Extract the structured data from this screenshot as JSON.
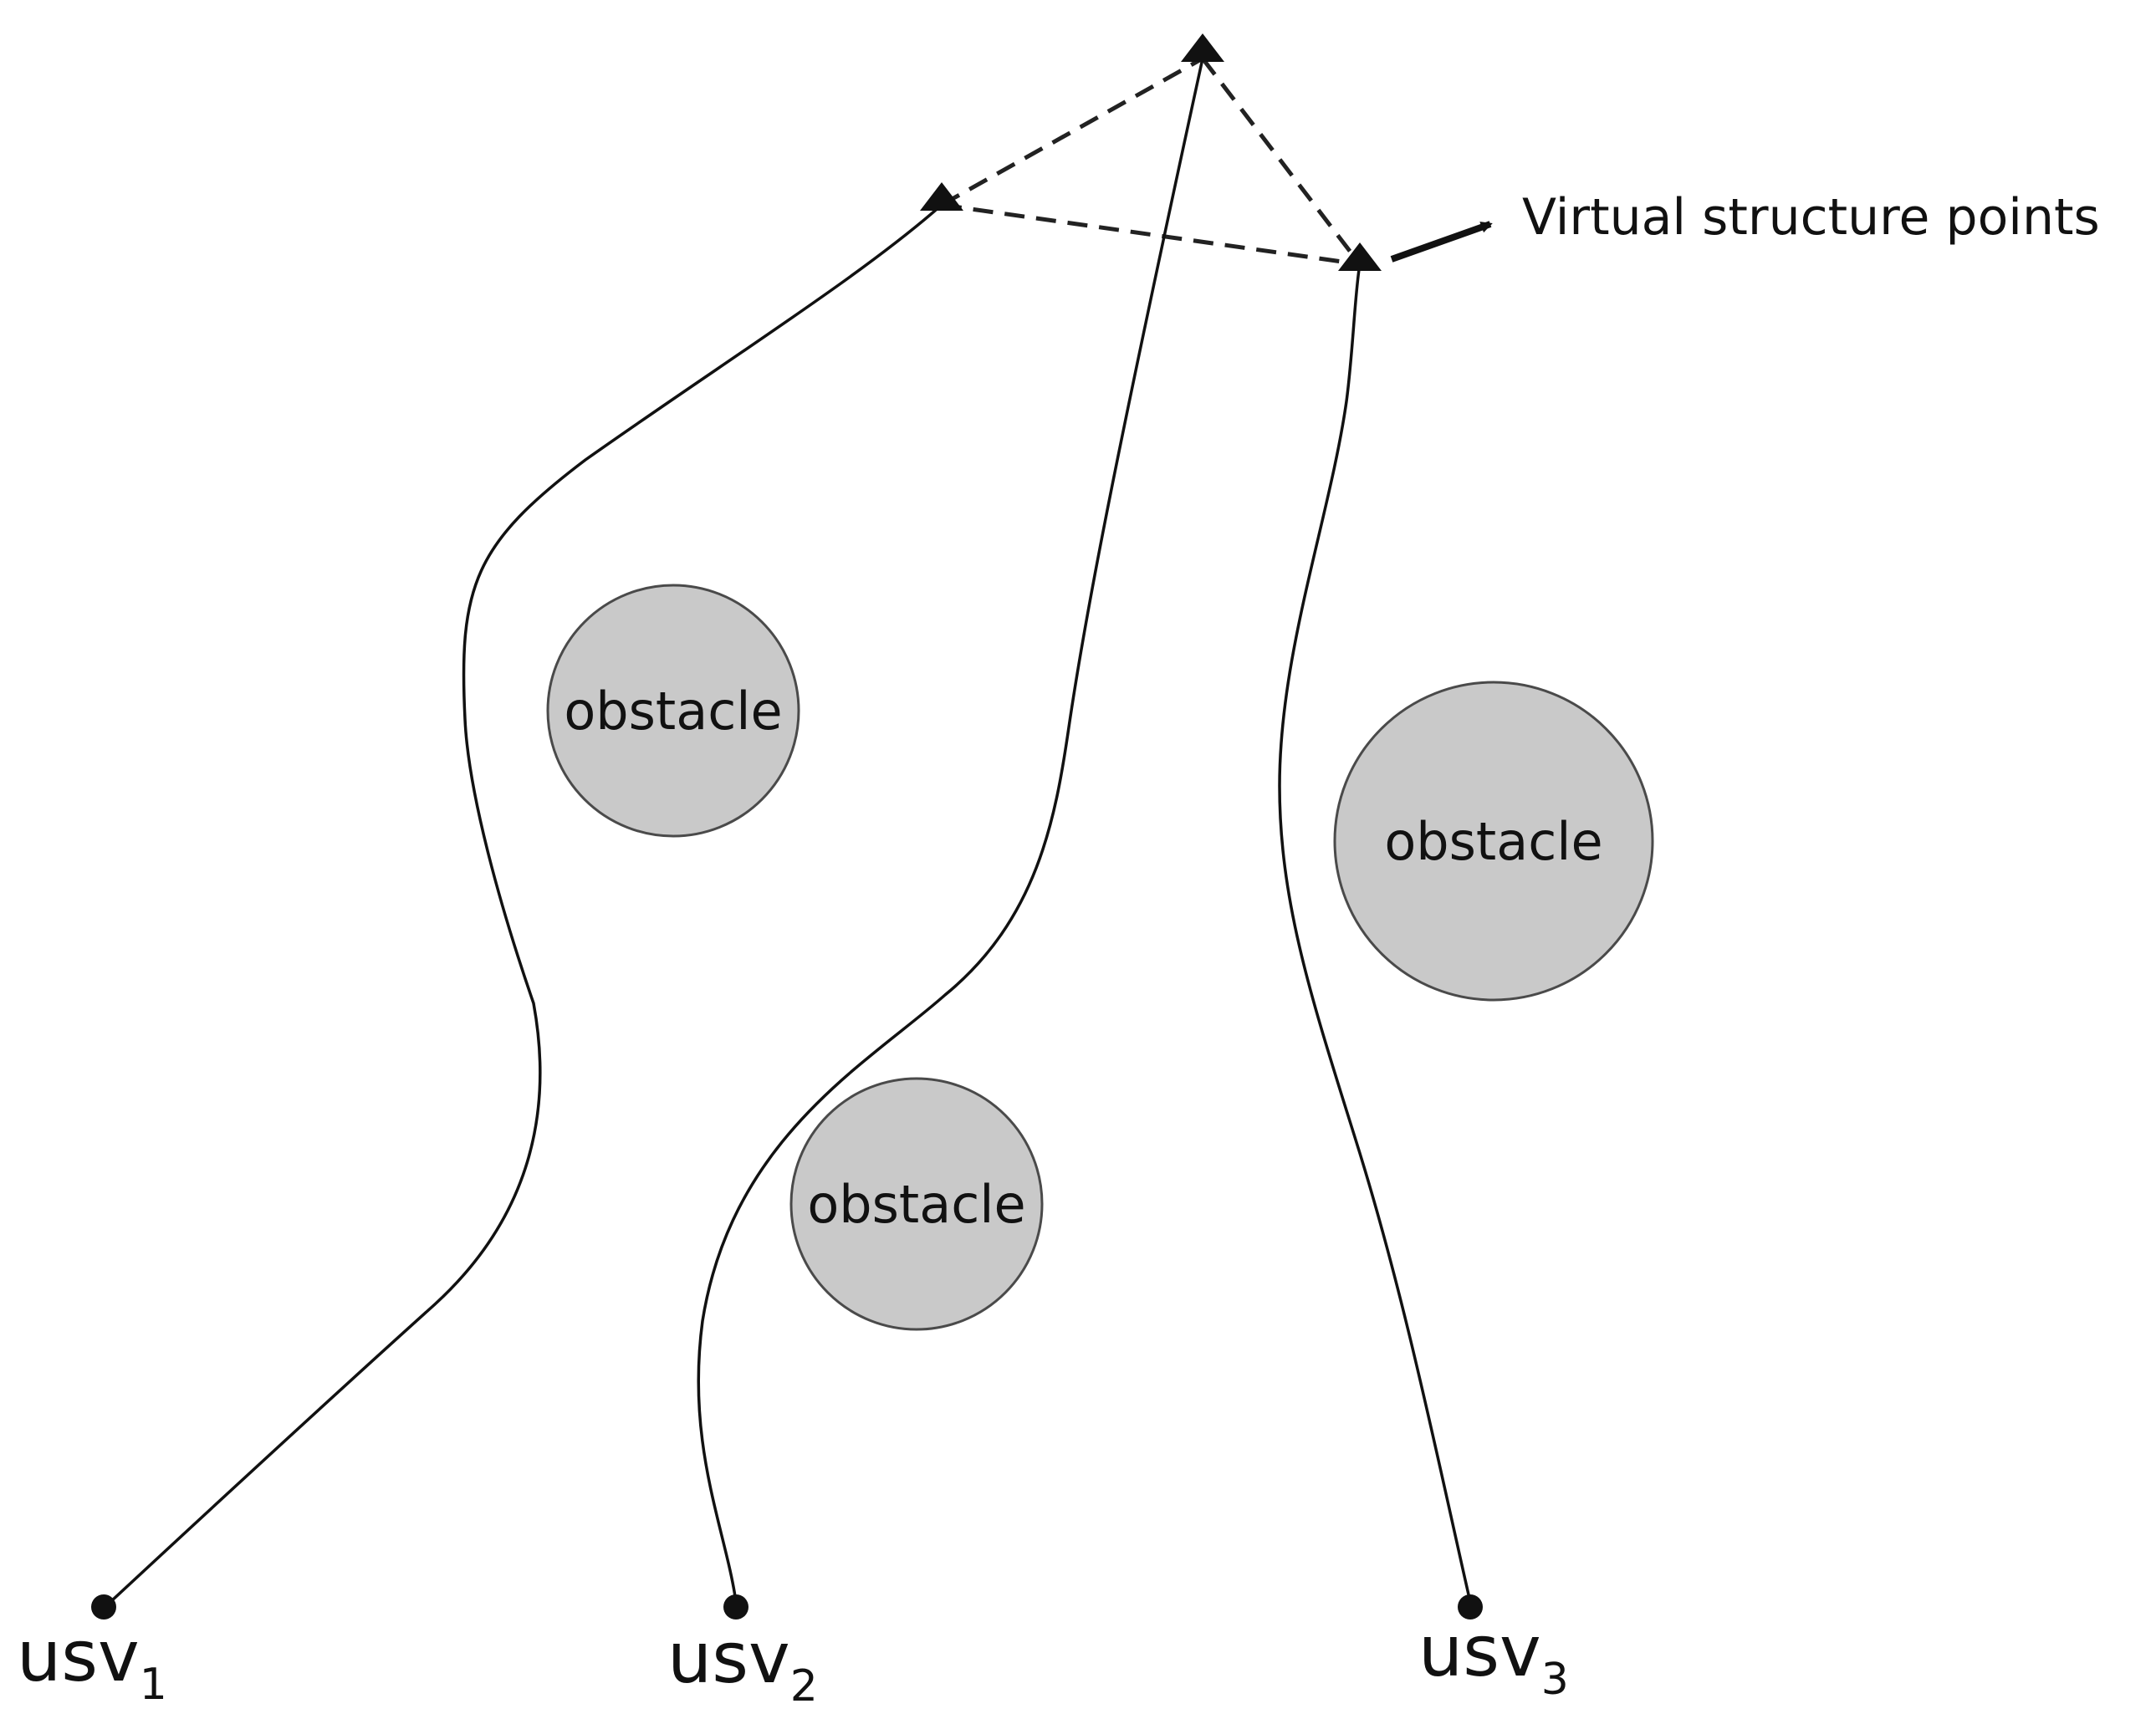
{
  "colors": {
    "background": "#ffffff",
    "line": "#111111",
    "obstacle_fill": "#c9c9c9",
    "obstacle_stroke": "#4a4a4a"
  },
  "annotation": {
    "label": "Virtual structure points"
  },
  "obstacles": [
    {
      "label": "obstacle"
    },
    {
      "label": "obstacle"
    },
    {
      "label": "obstacle"
    }
  ],
  "usvs": [
    {
      "prefix": "usv",
      "subscript": "1"
    },
    {
      "prefix": "usv",
      "subscript": "2"
    },
    {
      "prefix": "usv",
      "subscript": "3"
    }
  ]
}
